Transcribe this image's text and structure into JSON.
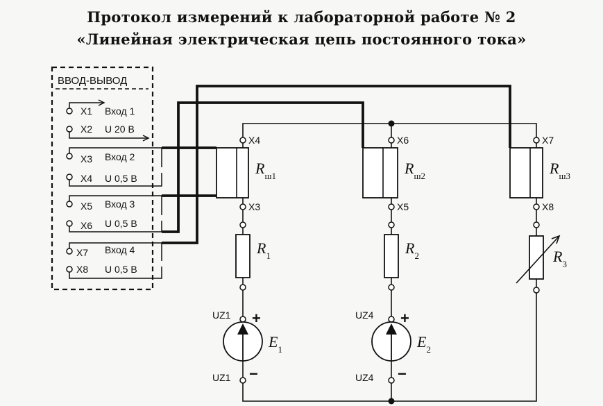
{
  "title": {
    "line1": "Протокол измерений к лабораторной работе № 2",
    "line2": "«Линейная электрическая цепь постоянного тока»"
  },
  "io_block": {
    "label": "ВВОД-ВЫВОД",
    "terminals": [
      {
        "pin": "X1",
        "text": "Вход 1"
      },
      {
        "pin": "X2",
        "text": "U 20 В"
      },
      {
        "pin": "X3",
        "text": "Вход 2"
      },
      {
        "pin": "X4",
        "text": "U 0,5 В"
      },
      {
        "pin": "X5",
        "text": "Вход 3"
      },
      {
        "pin": "X6",
        "text": "U 0,5 В"
      },
      {
        "pin": "X7",
        "text": "Вход 4"
      },
      {
        "pin": "X8",
        "text": "U 0,5 В"
      }
    ]
  },
  "branches": [
    {
      "top_pin": "X4",
      "mid_pin": "X3",
      "shunt": {
        "main": "R",
        "sub": "ш1"
      },
      "resistor": {
        "main": "R",
        "sub": "1"
      },
      "source": {
        "main": "E",
        "sub": "1",
        "pin_top": "UZ1",
        "pin_bottom": "UZ1",
        "plus": "+",
        "minus": "−"
      }
    },
    {
      "top_pin": "X6",
      "mid_pin": "X5",
      "shunt": {
        "main": "R",
        "sub": "ш2"
      },
      "resistor": {
        "main": "R",
        "sub": "2"
      },
      "source": {
        "main": "E",
        "sub": "2",
        "pin_top": "UZ4",
        "pin_bottom": "UZ4",
        "plus": "+",
        "minus": "−"
      }
    },
    {
      "top_pin": "X7",
      "mid_pin": "X8",
      "shunt": {
        "main": "R",
        "sub": "ш3"
      },
      "resistor": {
        "main": "R",
        "sub": "3"
      }
    }
  ]
}
